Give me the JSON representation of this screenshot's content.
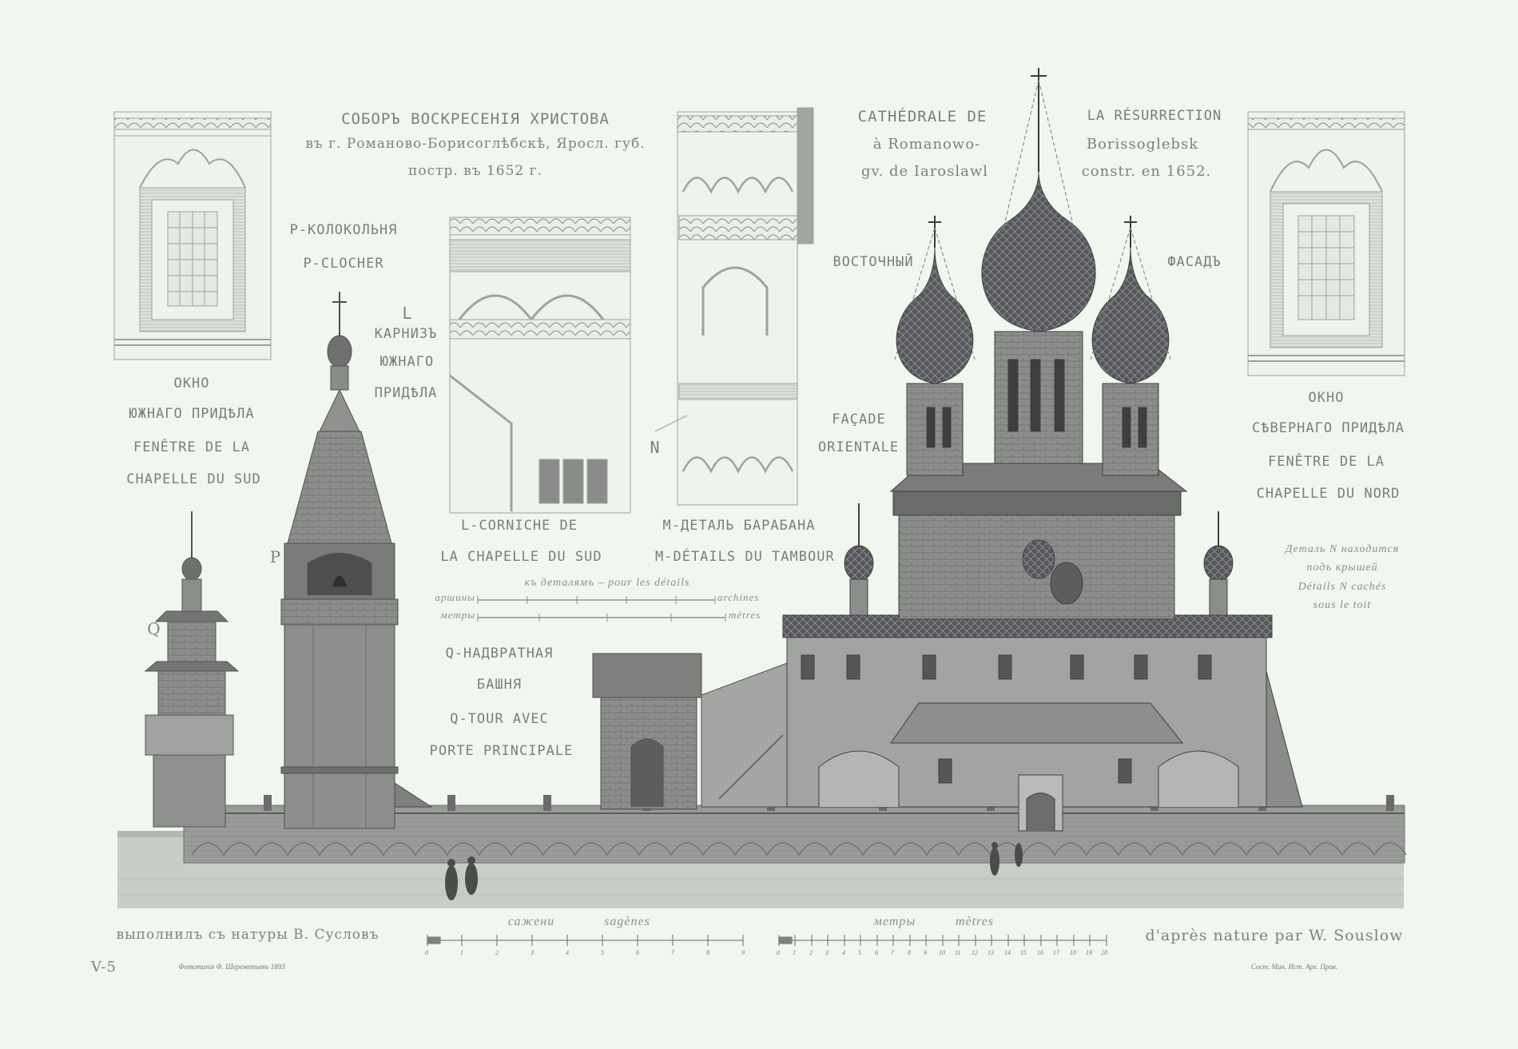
{
  "plate": {
    "plate_number": "V-5",
    "background_color": "#f1f6ef",
    "ink_color": "#6c716c"
  },
  "title_ru": {
    "line1": "СОБОРЪ ВОСКРЕСЕНІЯ ХРИСТОВА",
    "line2": "въ г. Романово-Борисоглѣбскѣ, Яросл. губ.",
    "line3": "постр. въ 1652 г."
  },
  "title_fr": {
    "left_line1": "CATHÉDRALE DE",
    "left_line2": "à Romanowo-",
    "left_line3": "gv. de Iaroslawl",
    "right_line1": "LA RÉSURRECTION",
    "right_line2": "Borissoglebsk",
    "right_line3": "constr. en 1652."
  },
  "facade_label": {
    "ru_left": "ВОСТОЧНЫЙ",
    "ru_right": "ФАСАДЪ",
    "fr_line1": "FAÇADE",
    "fr_line2": "ORIENTALE"
  },
  "south_window": {
    "ru_line1": "ОКНО",
    "ru_line2": "ЮЖНАГО ПРИДѢЛА",
    "fr_line1": "FENÊTRE DE LA",
    "fr_line2": "CHAPELLE DU SUD"
  },
  "north_window": {
    "ru_line1": "ОКНО",
    "ru_line2": "СѢВЕРНАГО ПРИДѢЛА",
    "fr_line1": "FENÊTRE DE LA",
    "fr_line2": "CHAPELLE DU NORD"
  },
  "bell_tower": {
    "marker": "P",
    "ru": "P-КОЛОКОЛЬНЯ",
    "fr": "P-CLOCHER"
  },
  "cornice": {
    "marker": "L",
    "ru_line1": "КАРНИЗЪ",
    "ru_line2": "ЮЖНАГО",
    "ru_line3": "ПРИДѢЛА",
    "fr_line1": "L-CORNICHE DE",
    "fr_line2": "LA CHAPELLE DU SUD"
  },
  "drum": {
    "marker": "N",
    "ru": "M-ДЕТАЛЬ БАРАБАНА",
    "fr": "M-DÉTAILS DU TAMBOUR"
  },
  "gate_tower": {
    "marker": "Q",
    "ru_line1": "Q-НАДВРАТНАЯ",
    "ru_line2": "БАШНЯ",
    "fr_line1": "Q-TOUR AVEC",
    "fr_line2": "PORTE PRINCIPALE"
  },
  "detail_note": {
    "ru_line1": "Деталь N находится",
    "ru_line2": "подъ крышей",
    "fr_line1": "Détails N cachés",
    "fr_line2": "sous le toit"
  },
  "detail_scale": {
    "title": "къ деталямъ – pour les détails",
    "row1_left": "аршины",
    "row1_right": "archines",
    "row2_left": "метры",
    "row2_right": "mètres"
  },
  "bottom": {
    "credit_ru": "выполнилъ съ натуры В. Сусловъ",
    "credit_fr": "d'après nature par W. Souslow",
    "scale_fathoms_ru": "сажени",
    "scale_fathoms_fr": "sagènes",
    "scale_fathoms_ticks": [
      "0",
      "1",
      "2",
      "3",
      "4",
      "5",
      "6",
      "7",
      "8",
      "9"
    ],
    "scale_metres_ru": "метры",
    "scale_metres_fr": "mètres",
    "scale_metres_ticks": [
      "0",
      "1",
      "2",
      "3",
      "4",
      "5",
      "6",
      "7",
      "8",
      "9",
      "10",
      "11",
      "12",
      "13",
      "14",
      "15",
      "16",
      "17",
      "18",
      "19",
      "20"
    ],
    "printer_left": "Фототипія Ф. Шереметьевъ 1893",
    "printer_right": "Сост. Мин. Ист. Арх. Прав."
  }
}
